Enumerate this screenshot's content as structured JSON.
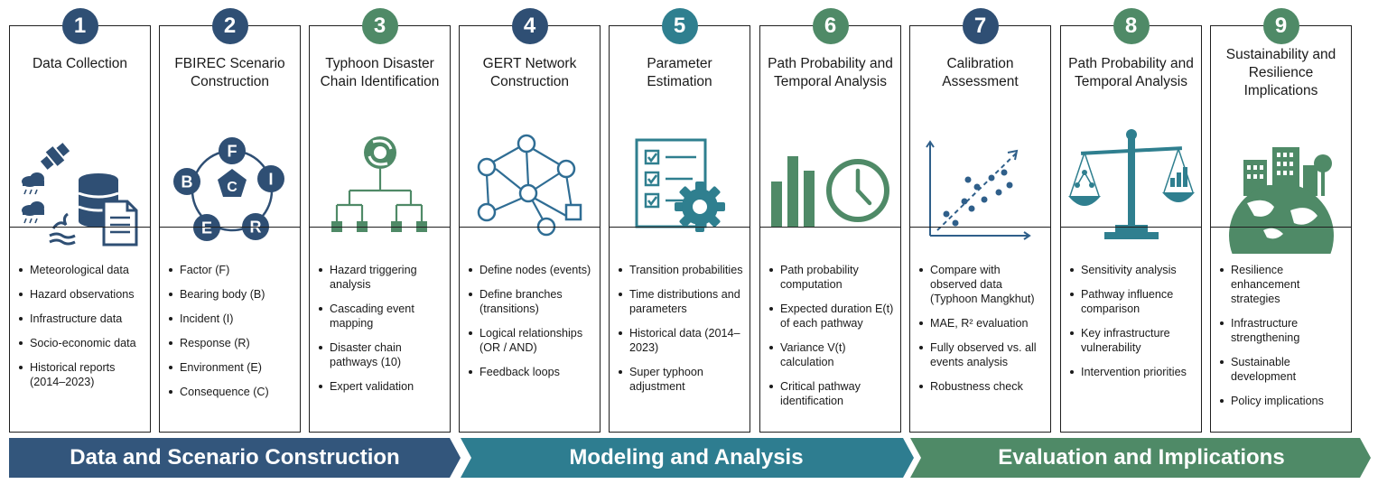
{
  "colors": {
    "navy": "#2f4f74",
    "teal": "#2f7f8f",
    "green": "#4f8a67",
    "phase1": "#33567c",
    "phase2": "#2e7d90",
    "phase3": "#4f8a67"
  },
  "steps": [
    {
      "num": "1",
      "title_lines": [
        "Data Collection"
      ],
      "icon": "data-collection-icon",
      "bullets": [
        "Meteorological data",
        "Hazard observations",
        "Infrastructure data",
        "Socio-economic data",
        "Historical reports (2014–2023)"
      ]
    },
    {
      "num": "2",
      "title_lines": [
        "FBIREC Scenario",
        "Construction"
      ],
      "icon": "fbirec-cycle-icon",
      "icon_letters": [
        "F",
        "I",
        "R",
        "E",
        "B",
        "C"
      ],
      "bullets": [
        "Factor (F)",
        "Bearing body (B)",
        "Incident (I)",
        "Response (R)",
        "Environment (E)",
        "Consequence (C)"
      ]
    },
    {
      "num": "3",
      "title_lines": [
        "Typhoon Disaster",
        "Chain Identification"
      ],
      "icon": "typhoon-hierarchy-icon",
      "bullets": [
        "Hazard triggering analysis",
        "Cascading event mapping",
        "Disaster chain pathways (10)",
        "Expert validation"
      ]
    },
    {
      "num": "4",
      "title_lines": [
        "GERT Network",
        "Construction"
      ],
      "icon": "network-graph-icon",
      "bullets": [
        "Define nodes (events)",
        "Define branches (transitions)",
        "Logical relationships (OR / AND)",
        "Feedback loops"
      ]
    },
    {
      "num": "5",
      "title_lines": [
        "Parameter",
        "Estimation"
      ],
      "icon": "checklist-gear-icon",
      "bullets": [
        "Transition probabilities",
        "Time distributions and parameters",
        "Historical data (2014–2023)",
        "Super typhoon adjustment"
      ]
    },
    {
      "num": "6",
      "title_lines": [
        "Path Probability and",
        "Temporal Analysis"
      ],
      "icon": "bar-chart-clock-icon",
      "bullets": [
        "Path probability computation",
        "Expected duration E(t) of each pathway",
        "Variance V(t) calculation",
        "Critical pathway identification"
      ]
    },
    {
      "num": "7",
      "title_lines": [
        "Calibration",
        "Assessment"
      ],
      "icon": "scatter-plot-icon",
      "bullets": [
        "Compare with observed data (Typhoon Mangkhut)",
        "MAE, R² evaluation",
        "Fully observed vs. all events analysis",
        "Robustness check"
      ]
    },
    {
      "num": "8",
      "title_lines": [
        "Path Probability and",
        "Temporal Analysis"
      ],
      "icon": "balance-scale-icon",
      "bullets": [
        "Sensitivity analysis",
        "Pathway influence comparison",
        "Key infrastructure vulnerability",
        "Intervention priorities"
      ]
    },
    {
      "num": "9",
      "title_lines": [
        "Sustainability and",
        "Resilience",
        "Implications"
      ],
      "icon": "sustainable-city-globe-icon",
      "bullets": [
        "Resilience enhancement strategies",
        "Infrastructure strengthening",
        "Sustainable development",
        "Policy implications"
      ]
    }
  ],
  "phases": [
    {
      "label": "Data and Scenario Construction"
    },
    {
      "label": "Modeling and Analysis"
    },
    {
      "label": "Evaluation and Implications"
    }
  ]
}
